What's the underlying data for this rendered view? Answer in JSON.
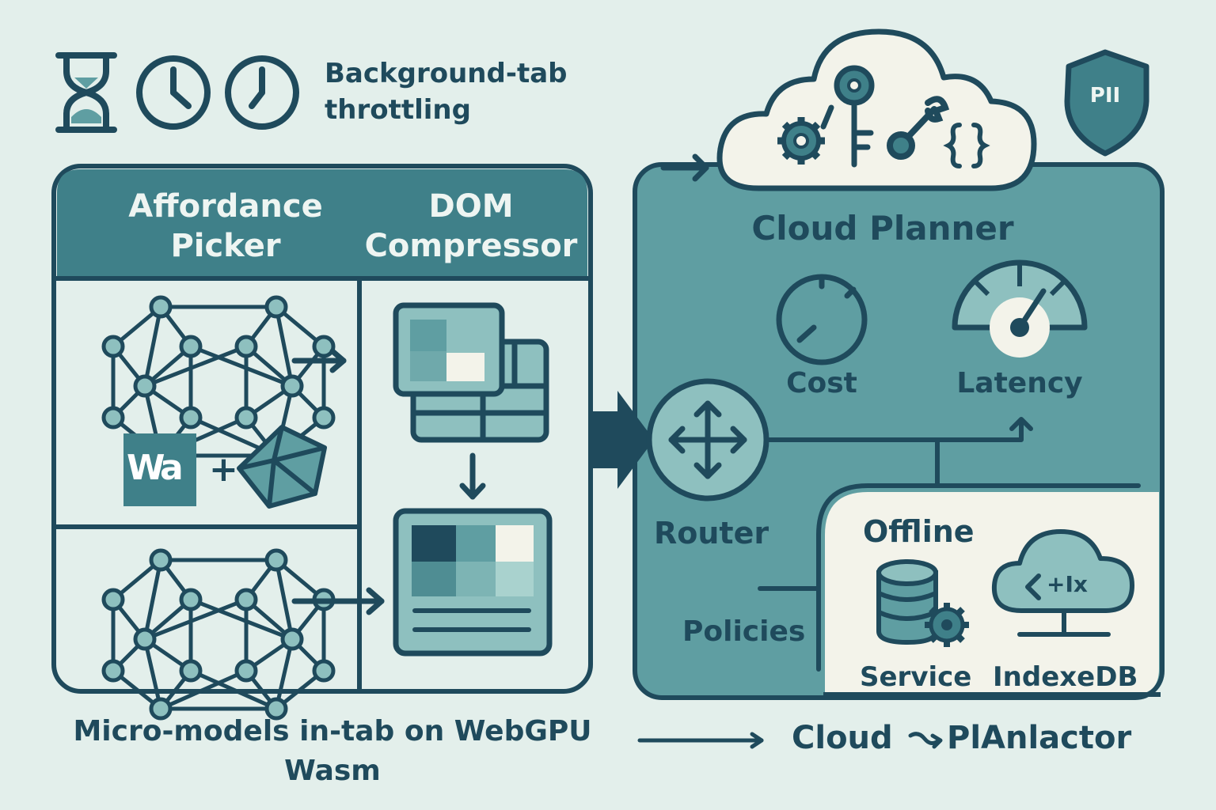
{
  "colors": {
    "background": "#e3efeb",
    "dark": "#1f4a5c",
    "teal": "#5f9ea2",
    "teal_light": "#8ec0bf",
    "panel_light": "#f3f3ea",
    "header_teal": "#3f8089"
  },
  "top_left": {
    "caption_line1": "Background-tab",
    "caption_line2": "throttling",
    "icons": [
      "hourglass-icon",
      "clock-icon",
      "clock-icon"
    ]
  },
  "left_panel": {
    "header_left_line1": "Affordance",
    "header_left_line2": "Picker",
    "header_right_line1": "DOM",
    "header_right_line2": "Compressor",
    "wasm_badge": "Wa",
    "plus": "+",
    "icons": [
      "neural-network-icon",
      "neural-network-icon",
      "wasm-logo",
      "webgpu-gem-icon",
      "dom-layout-icon",
      "compressed-dom-icon"
    ]
  },
  "right_panel": {
    "title": "Cloud Planner",
    "cost_label": "Cost",
    "latency_label": "Latency",
    "router_label": "Router",
    "policies_label": "Policies",
    "pii_badge": "PII",
    "icons": [
      "cloud-icon",
      "gear-icon",
      "key-icon",
      "wrench-icon",
      "code-braces-icon",
      "shield-icon",
      "gauge-icon",
      "speedometer-icon",
      "router-arrows-icon"
    ]
  },
  "offline_panel": {
    "title": "Offline",
    "service_label": "Service",
    "indexeddb_label": "IndexeDB",
    "cloud_code": "+Ix",
    "icons": [
      "database-icon",
      "gear-icon",
      "cloud-monitor-icon"
    ]
  },
  "footer": {
    "left_line1": "Micro-models in-tab on WebGPU",
    "left_line2": "Wasm",
    "right_word1": "Cloud",
    "right_word2": "PlAnlactor"
  }
}
